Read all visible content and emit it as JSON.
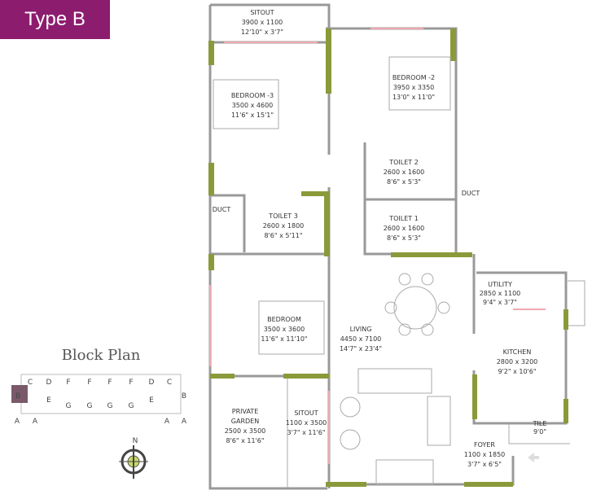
{
  "badge": "Type B",
  "rooms": {
    "sitout_top": {
      "name": "SITOUT",
      "metric": "3900 x 1100",
      "imperial": "12'10\" x 3'7\""
    },
    "bedroom3": {
      "name": "BEDROOM -3",
      "metric": "3500 x 4600",
      "imperial": "11'6\" x 15'1\""
    },
    "bedroom2": {
      "name": "BEDROOM -2",
      "metric": "3950 x 3350",
      "imperial": "13'0\" x 11'0\""
    },
    "toilet2": {
      "name": "TOILET 2",
      "metric": "2600 x 1600",
      "imperial": "8'6\" x 5'3\""
    },
    "toilet3": {
      "name": "TOILET 3",
      "metric": "2600 x 1800",
      "imperial": "8'6\" x 5'11\""
    },
    "toilet1": {
      "name": "TOILET 1",
      "metric": "2600 x 1600",
      "imperial": "8'6\" x 5'3\""
    },
    "utility": {
      "name": "UTILITY",
      "metric": "2850 x 1100",
      "imperial": "9'4\" x 3'7\""
    },
    "bedroom": {
      "name": "BEDROOM",
      "metric": "3500 x 3600",
      "imperial": "11'6\" x 11'10\""
    },
    "living": {
      "name": "LIVING",
      "metric": "4450 x 7100",
      "imperial": "14'7\" x 23'4\""
    },
    "kitchen": {
      "name": "KITCHEN",
      "metric": "2800 x 3200",
      "imperial": "9'2\" x 10'6\""
    },
    "garden": {
      "name1": "PRIVATE",
      "name2": "GARDEN",
      "metric": "2500 x 3500",
      "imperial": "8'6\" x 11'6\""
    },
    "sitout_bottom": {
      "name": "SITOUT",
      "metric": "1100 x 3500",
      "imperial": "3'7\" x 11'6\""
    },
    "foyer": {
      "name": "FOYER",
      "metric": "1100 x 1850",
      "imperial": "3'7\" x 6'5\""
    },
    "tile": {
      "name": "TILE",
      "size": "9'0\""
    },
    "duct_right": "DUCT",
    "duct_left": "DUCT"
  },
  "block_plan": {
    "title": "Block Plan",
    "top_row": [
      "C",
      "D",
      "F",
      "F",
      "F",
      "F",
      "D",
      "C"
    ],
    "side": [
      "B",
      "E",
      "G",
      "G",
      "G",
      "G",
      "E",
      "B"
    ],
    "bottom": [
      "A",
      "A",
      "A",
      "A"
    ],
    "highlighted_unit": "B",
    "compass_label": "N"
  },
  "colors": {
    "badge": "#8c1c6e",
    "wall_accent": "#8a9a3a",
    "window": "#f0a8b0",
    "highlight": "#7a5a6a"
  }
}
